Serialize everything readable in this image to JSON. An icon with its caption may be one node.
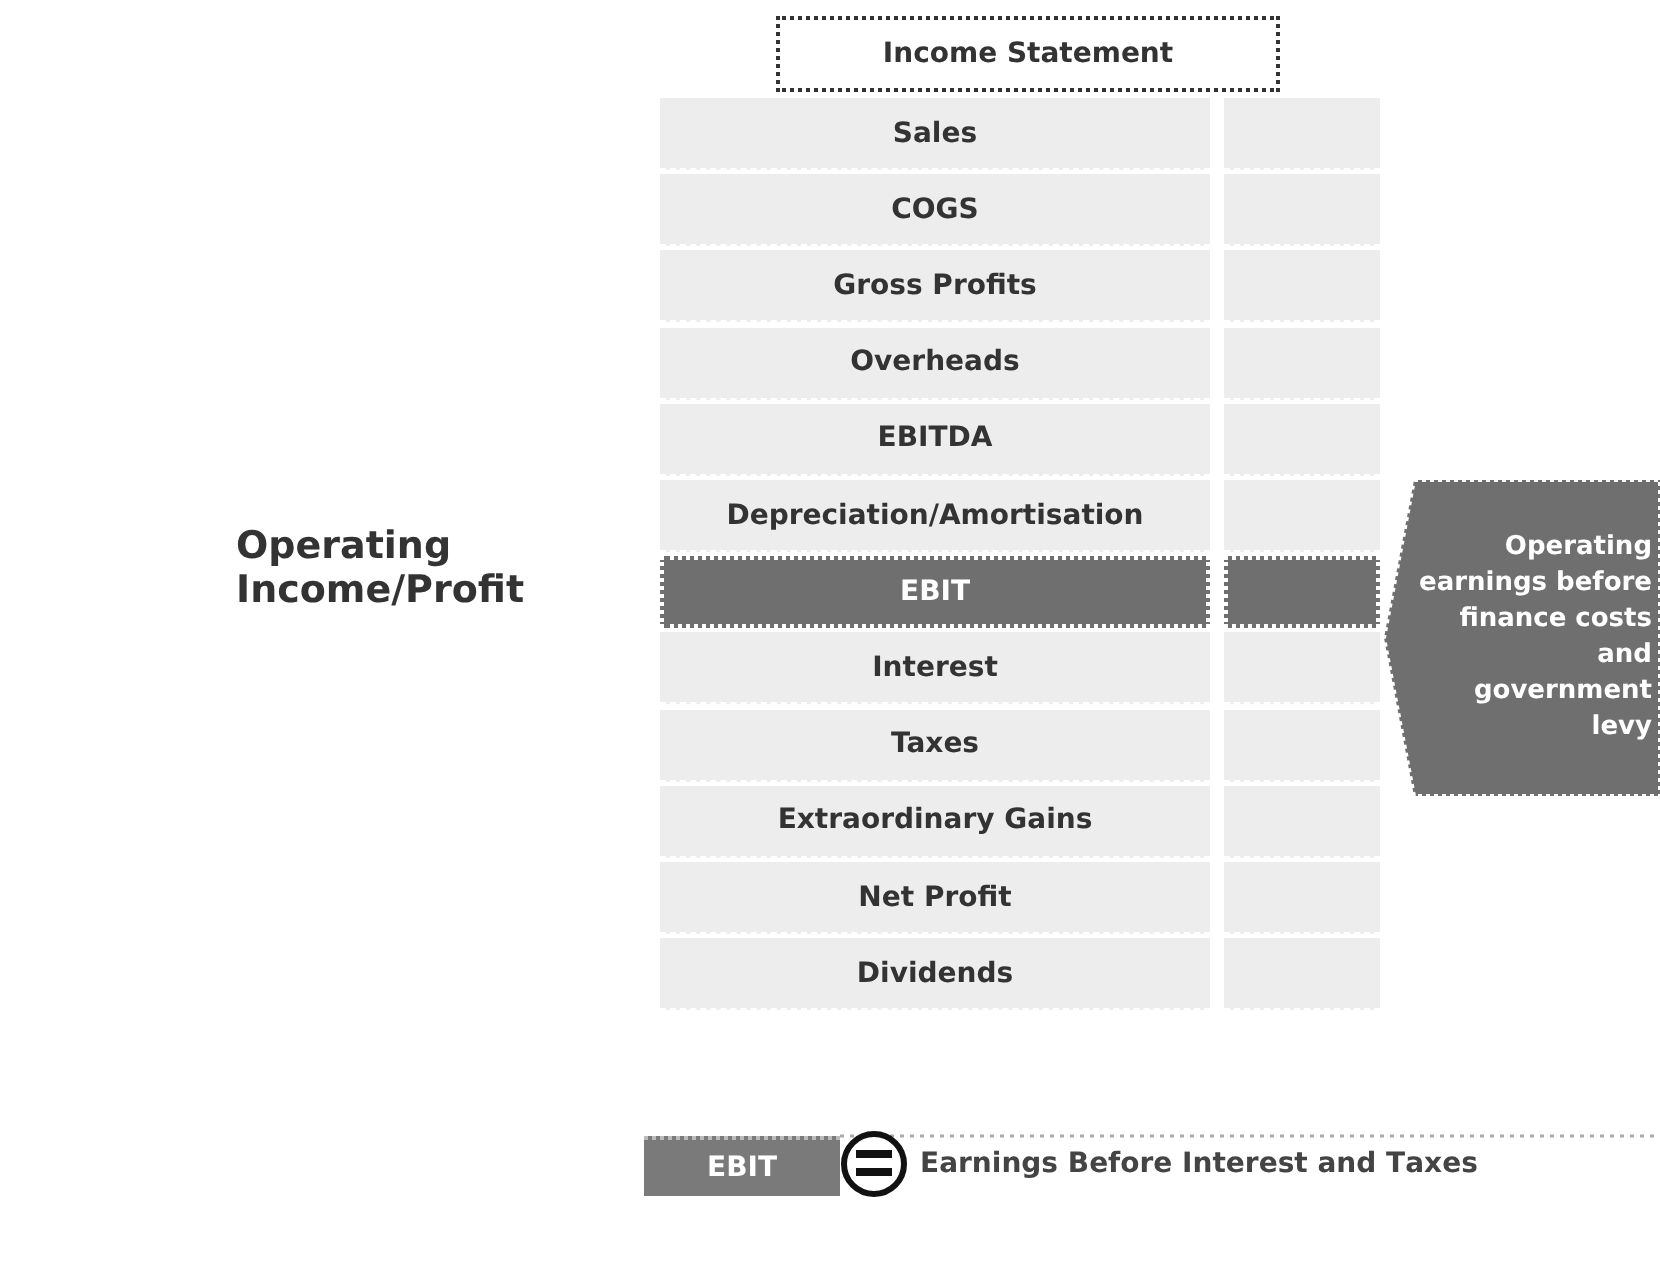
{
  "diagram": {
    "nodes": [
      {
        "text": [
          "Income Statement"
        ]
      },
      {
        "text": [
          "Sales"
        ]
      },
      {
        "text": [
          "COGS"
        ]
      },
      {
        "text": [
          "Gross Profits"
        ]
      },
      {
        "text": [
          "Overheads"
        ]
      },
      {
        "text": [
          "EBITDA"
        ]
      },
      {
        "text": [
          "Depreciation/Amortisation"
        ]
      },
      {
        "text": [
          "EBIT"
        ]
      },
      {
        "text": [
          "Interest"
        ]
      },
      {
        "text": [
          "Taxes"
        ]
      },
      {
        "text": [
          "Extraordinary Gains"
        ]
      },
      {
        "text": [
          "Net Profit"
        ]
      },
      {
        "text": [
          "Dividends"
        ]
      },
      {
        "text": [],
        "shape": "box"
      },
      {
        "text": [],
        "shape": "box"
      },
      {
        "text": [],
        "shape": "box"
      },
      {
        "text": [],
        "shape": "box"
      },
      {
        "text": [],
        "shape": "box"
      },
      {
        "text": [],
        "shape": "box"
      },
      {
        "text": [],
        "shape": "box"
      },
      {
        "text": [],
        "shape": "box"
      },
      {
        "text": [],
        "shape": "box"
      },
      {
        "text": [],
        "shape": "box"
      },
      {
        "text": [],
        "shape": "box"
      },
      {
        "text": [],
        "shape": "box"
      },
      {
        "text": [
          "Operating earnings before finance costs and government levy"
        ]
      },
      {
        "text": [
          "EBIT"
        ]
      }
    ],
    "edges": [],
    "labels": [
      "Operating Income/Profit",
      "**E**arnings **B**efore **I**nterest and **T**axes"
    ]
  }
}
